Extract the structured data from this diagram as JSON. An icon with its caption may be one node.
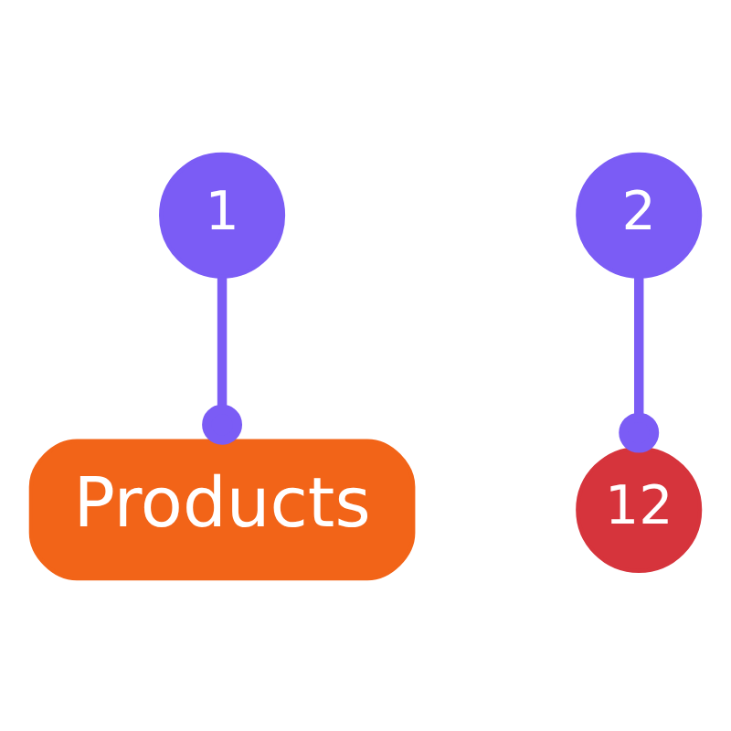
{
  "diagram": {
    "nodes": [
      {
        "text": [
          "1"
        ]
      },
      {
        "text": [
          "Products"
        ]
      },
      {
        "text": [
          "12"
        ]
      },
      {
        "text": [
          "2"
        ]
      }
    ],
    "edges": [
      {
        "from": 0,
        "to": 1,
        "arrow": "other"
      },
      {
        "from": 3,
        "to": 2,
        "arrow": "other"
      }
    ]
  }
}
